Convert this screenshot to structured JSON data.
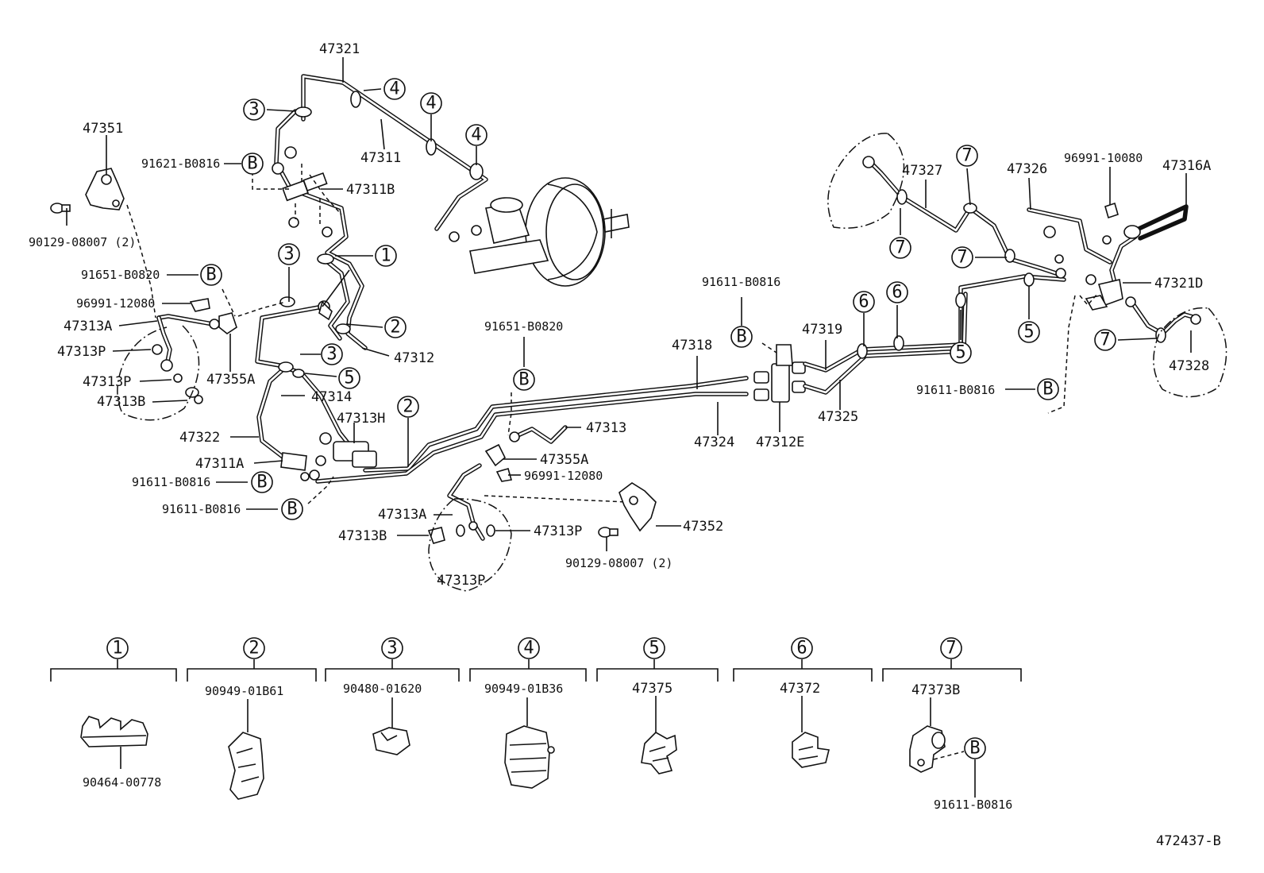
{
  "parts": {
    "p47321": "47321",
    "p47311": "47311",
    "p47311B": "47311B",
    "p47351": "47351",
    "p90129_08007_left": "90129-08007 (2)",
    "p91621_B0816": "91621-B0816",
    "p91651_B0820_left": "91651-B0820",
    "p96991_12080_left": "96991-12080",
    "p47313A_left": "47313A",
    "p47313P_left1": "47313P",
    "p47313P_left2": "47313P",
    "p47313B_left": "47313B",
    "p47355A_left": "47355A",
    "p47312": "47312",
    "p47314": "47314",
    "p47313H": "47313H",
    "p47322": "47322",
    "p47311A": "47311A",
    "p91611_B0816_a": "91611-B0816",
    "p91611_B0816_b": "91611-B0816",
    "p91651_B0820_mid": "91651-B0820",
    "p47313": "47313",
    "p47355A_mid": "47355A",
    "p96991_12080_mid": "96991-12080",
    "p47313A_mid": "47313A",
    "p47313B_mid": "47313B",
    "p47313P_mid1": "47313P",
    "p47313P_mid2": "47313P",
    "p47352": "47352",
    "p90129_08007_mid": "90129-08007 (2)",
    "p47318": "47318",
    "p47324": "47324",
    "p91611_B0816_top": "91611-B0816",
    "p47312E": "47312E",
    "p47319": "47319",
    "p47325": "47325",
    "p47327": "47327",
    "p47326": "47326",
    "p96991_10080": "96991-10080",
    "p47316A": "47316A",
    "p47321D": "47321D",
    "p47328": "47328",
    "p91611_B0816_right": "91611-B0816"
  },
  "callouts": {
    "c1": "1",
    "c2": "2",
    "c3": "3",
    "c4": "4",
    "c5": "5",
    "c6": "6",
    "c7": "7",
    "cB": "B"
  },
  "legend": {
    "g1_part": "90464-00778",
    "g2_part": "90949-01B61",
    "g3_part": "90480-01620",
    "g4_part": "90949-01B36",
    "g5_part": "47375",
    "g6_part": "47372",
    "g7_part": "47373B",
    "g7_part2": "91611-B0816"
  },
  "figure_id": "472437-B"
}
